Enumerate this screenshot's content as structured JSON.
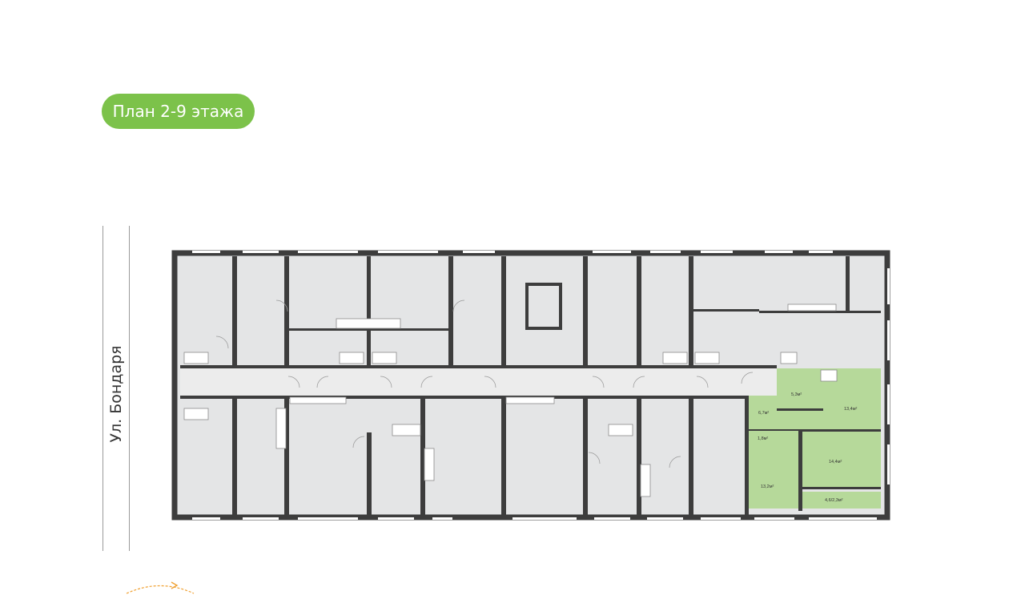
{
  "floor_badge": {
    "label": "План 2-9 этажа"
  },
  "street": {
    "label": "Ул. Бондаря"
  },
  "highlighted_apartment": {
    "rooms": [
      {
        "name": "room-area-kitchen",
        "area": "6,7м²"
      },
      {
        "name": "room-area-bath",
        "area": "5,3м²"
      },
      {
        "name": "room-area-living-top",
        "area": "13,4м²"
      },
      {
        "name": "room-area-hall",
        "area": "1,8м²"
      },
      {
        "name": "room-area-bedroom-left",
        "area": "13,2м²"
      },
      {
        "name": "room-area-bedroom-right",
        "area": "14,4м²"
      },
      {
        "name": "room-area-balcony",
        "area": "4,6/2,3м²"
      }
    ]
  },
  "colors": {
    "accent": "#7cc24a",
    "highlight_fill": "#b6d99a",
    "wall": "#3d3d3d",
    "room": "#e4e5e6"
  },
  "compass": {
    "icon": "compass-arrow-icon"
  }
}
